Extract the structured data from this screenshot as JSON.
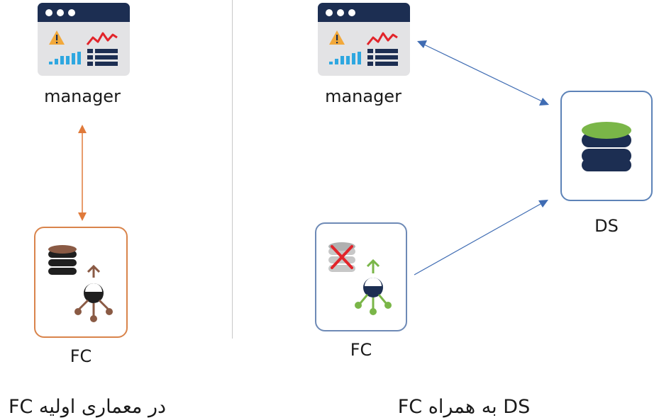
{
  "left": {
    "manager_label": "manager",
    "fc_label": "FC",
    "caption": "FC در معماری اولیه"
  },
  "right": {
    "manager_label": "manager",
    "fc_label": "FC",
    "ds_label": "DS",
    "caption": "FC به همراه DS"
  },
  "colors": {
    "navy": "#1c2e52",
    "orange_arrow": "#e07a3a",
    "blue_arrow": "#3f6cb3",
    "orange_border": "#d9844b",
    "blue_border": "#6e8ab6",
    "green": "#7ab648",
    "brown": "#8a5a44",
    "warning": "#f2a93b",
    "chart_red": "#e2242a",
    "chart_blue": "#2ea7e0",
    "cross_red": "#e2242a"
  },
  "icons": [
    "dashboard-window-icon",
    "warning-icon",
    "database-icon",
    "connection-hub-icon",
    "cross-icon"
  ]
}
